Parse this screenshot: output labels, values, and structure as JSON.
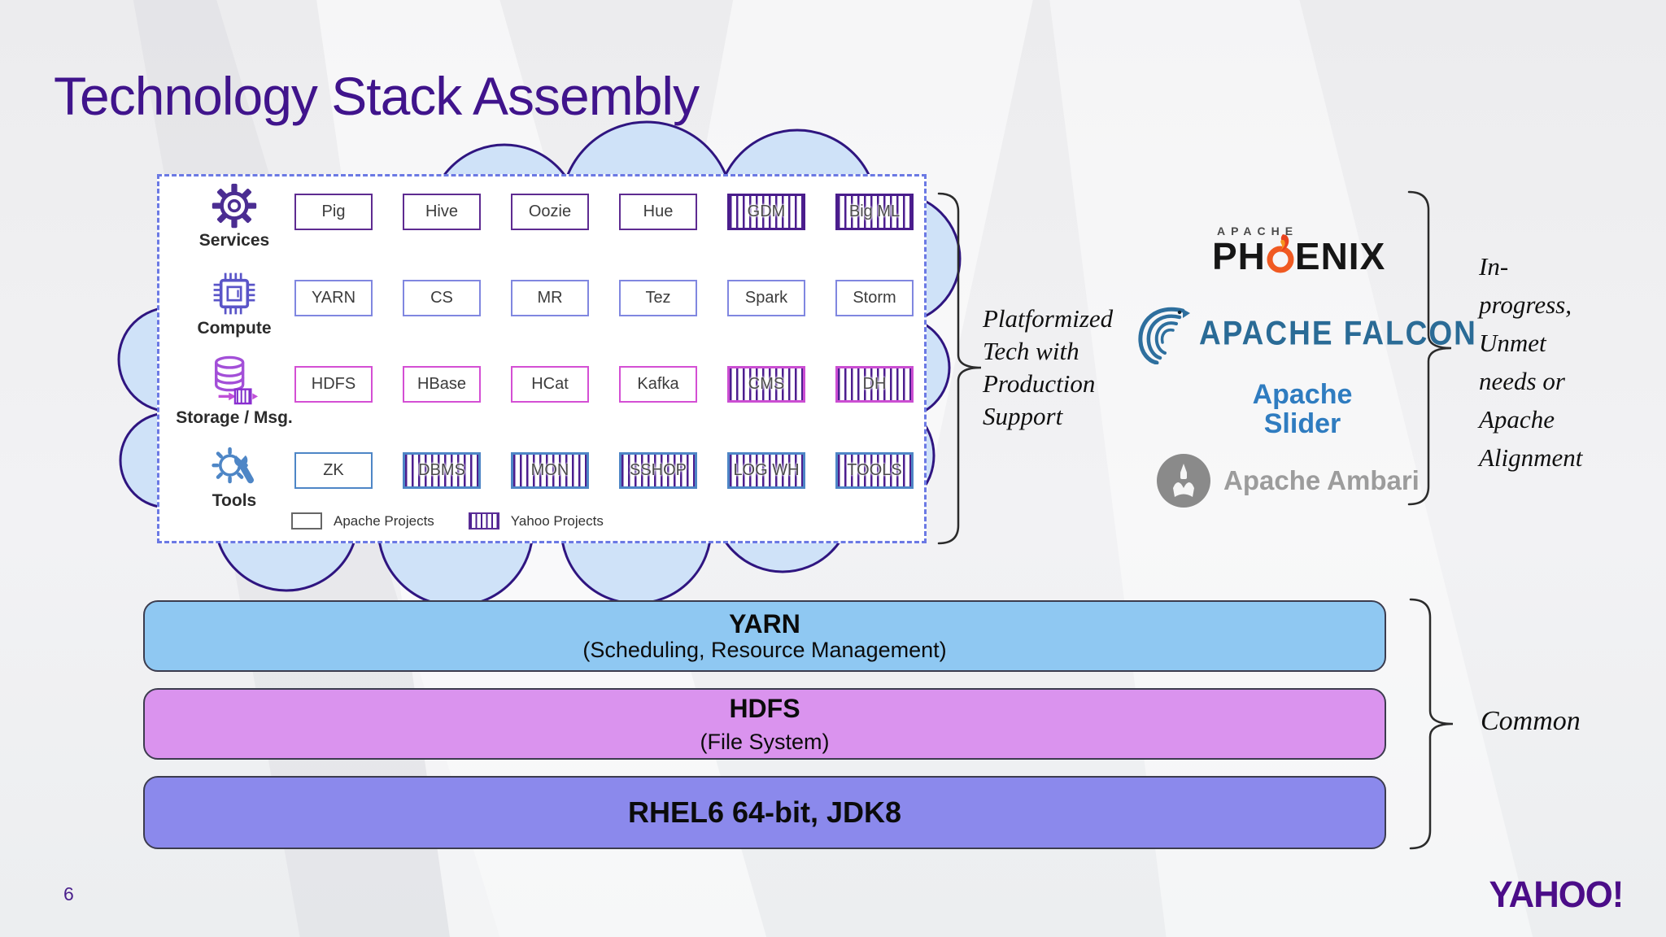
{
  "slide": {
    "title": "Technology Stack Assembly",
    "page_number": "6",
    "brand": "YAHOO!"
  },
  "matrix": {
    "legend": [
      {
        "label": "Apache Projects",
        "type": "apache"
      },
      {
        "label": "Yahoo Projects",
        "type": "yahoo"
      }
    ],
    "rows": [
      {
        "label": "Services",
        "icon": "gear-icon",
        "items": [
          {
            "label": "Pig",
            "type": "apache"
          },
          {
            "label": "Hive",
            "type": "apache"
          },
          {
            "label": "Oozie",
            "type": "apache"
          },
          {
            "label": "Hue",
            "type": "apache"
          },
          {
            "label": "GDM",
            "type": "yahoo"
          },
          {
            "label": "Big ML",
            "type": "yahoo"
          }
        ]
      },
      {
        "label": "Compute",
        "icon": "cpu-icon",
        "items": [
          {
            "label": "YARN",
            "type": "apache"
          },
          {
            "label": "CS",
            "type": "apache"
          },
          {
            "label": "MR",
            "type": "apache"
          },
          {
            "label": "Tez",
            "type": "apache"
          },
          {
            "label": "Spark",
            "type": "apache"
          },
          {
            "label": "Storm",
            "type": "apache"
          }
        ]
      },
      {
        "label": "Storage / Msg.",
        "icon": "database-icon",
        "items": [
          {
            "label": "HDFS",
            "type": "apache"
          },
          {
            "label": "HBase",
            "type": "apache"
          },
          {
            "label": "HCat",
            "type": "apache"
          },
          {
            "label": "Kafka",
            "type": "apache"
          },
          {
            "label": "CMS",
            "type": "yahoo"
          },
          {
            "label": "DH",
            "type": "yahoo"
          }
        ]
      },
      {
        "label": "Tools",
        "icon": "tools-icon",
        "items": [
          {
            "label": "ZK",
            "type": "apache"
          },
          {
            "label": "DBMS",
            "type": "yahoo"
          },
          {
            "label": "MON",
            "type": "yahoo"
          },
          {
            "label": "SSHOP",
            "type": "yahoo"
          },
          {
            "label": "LOG WH",
            "type": "yahoo"
          },
          {
            "label": "TOOLS",
            "type": "yahoo"
          }
        ]
      }
    ]
  },
  "annotations": {
    "platformized": "Platformized\nTech with\nProduction\nSupport",
    "in_progress": "In-\nprogress,\nUnmet\nneeds or\nApache\nAlignment",
    "common": "Common"
  },
  "logos": {
    "phoenix": {
      "brand": "APACHE",
      "name_left": "PH",
      "name_right": "ENIX",
      "flame_icon": "phoenix-flame-icon"
    },
    "falcon": {
      "name": "APACHE FALCON",
      "icon": "falcon-eagle-icon"
    },
    "slider": {
      "name": "Apache\nSlider"
    },
    "ambari": {
      "name": "Apache Ambari",
      "icon": "ambari-emblem-icon"
    }
  },
  "stack_bars": [
    {
      "title": "YARN",
      "subtitle": "(Scheduling, Resource Management)",
      "color": "#8fc8f2"
    },
    {
      "title": "HDFS",
      "subtitle": "(File System)",
      "color": "#da93ee"
    },
    {
      "title": "RHEL6 64-bit, JDK8",
      "subtitle": "",
      "color": "#8b89ec"
    }
  ],
  "colors": {
    "title": "#40148c",
    "cloud_fill": "#cfe2f8",
    "cloud_stroke": "#2f1580",
    "dashed_border": "#6b79e4",
    "stripe": "#4c1e8f",
    "yahoo_purple": "#4b0d88"
  }
}
